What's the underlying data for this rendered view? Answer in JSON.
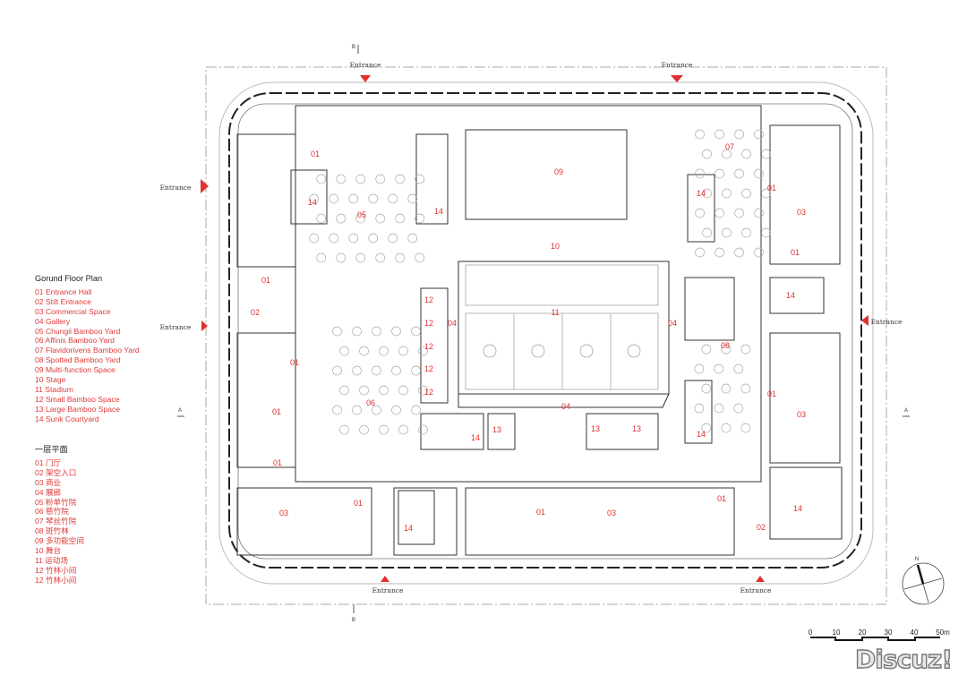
{
  "legend_en": {
    "title": "Gorund Floor Plan",
    "items": [
      "01 Entrance Hall",
      "02 Stilt Entrance",
      "03 Commercial Space",
      "04 Gallery",
      "05 Chungii Bamboo Yard",
      "06 Affinis Bamboo Yard",
      "07 Flavidorivens Bamboo Yard",
      "08 Spotted Bamboo Yard",
      "09 Multi-function Space",
      "10 Stage",
      "11 Stadium",
      "12 Small Bamboo Space",
      "13 Large Bamboo Space",
      "14 Sunk Courtyard"
    ]
  },
  "legend_cn": {
    "title": "一层平面",
    "items": [
      "01  门厅",
      "02  架空入口",
      "03  商业",
      "04  展廊",
      "05  粉单竹院",
      "06  慈竹院",
      "07  琴丝竹院",
      "08  斑竹林",
      "09  多功能空间",
      "10  舞台",
      "11  运动场",
      "12  竹林小间",
      "12  竹林小间"
    ]
  },
  "entrance_label": "Entrance",
  "section_labels": {
    "b": "B",
    "a": "A"
  },
  "north_label": "N",
  "scale_ticks": [
    "0",
    "10",
    "20",
    "30",
    "40",
    "50m"
  ],
  "room_labels": [
    "01",
    "14",
    "05",
    "14",
    "09",
    "10",
    "14",
    "07",
    "01",
    "03",
    "01",
    "01",
    "02",
    "12",
    "12",
    "12",
    "12",
    "12",
    "04",
    "11",
    "04",
    "08",
    "14",
    "03",
    "01",
    "01",
    "01",
    "06",
    "04",
    "14",
    "13",
    "13",
    "13",
    "14",
    "01",
    "01",
    "03",
    "14",
    "01",
    "03",
    "01",
    "02",
    "14"
  ],
  "watermark": "Discuz!",
  "colors": {
    "accent": "#e03030",
    "line": "#222222"
  }
}
